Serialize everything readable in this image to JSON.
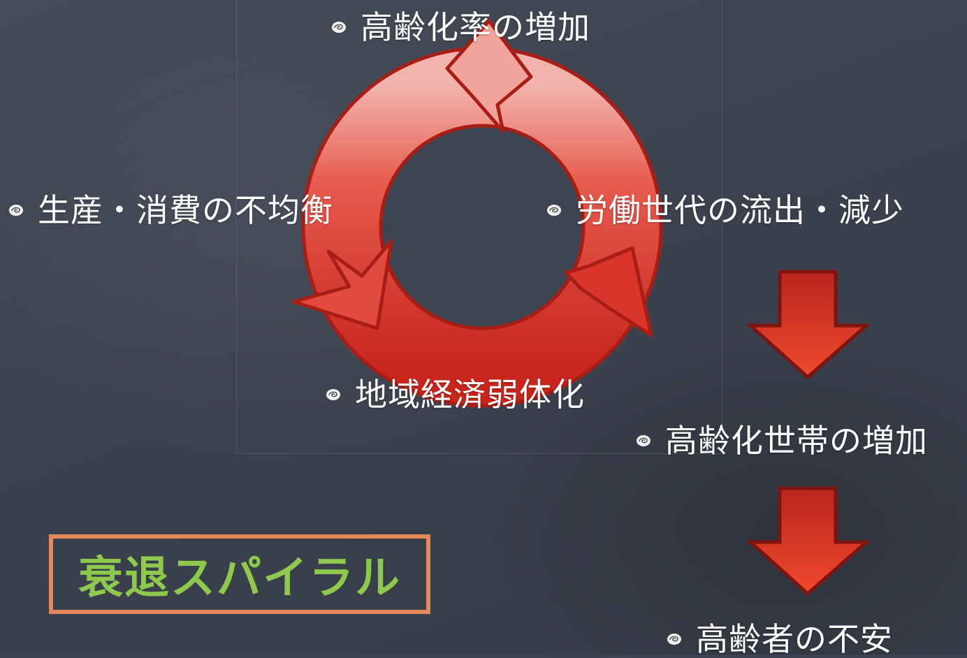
{
  "cycle_items": {
    "top": "高齢化率の増加",
    "right": "労働世代の流出・減少",
    "bottom": "地域経済弱体化",
    "left": "生産・消費の不均衡"
  },
  "chain_items": {
    "first": "高齢化世帯の増加",
    "second": "高齢者の不安"
  },
  "label_box": {
    "text": "衰退スパイラル"
  },
  "colors": {
    "background": "#3c4350",
    "cycle_red": "#d8332a",
    "arrow_red": "#b8251d",
    "label_border": "#e8875b",
    "label_text": "#8ec94e",
    "text": "#ffffff"
  },
  "icons": {
    "bullet": "swirl-bullet-icon"
  }
}
